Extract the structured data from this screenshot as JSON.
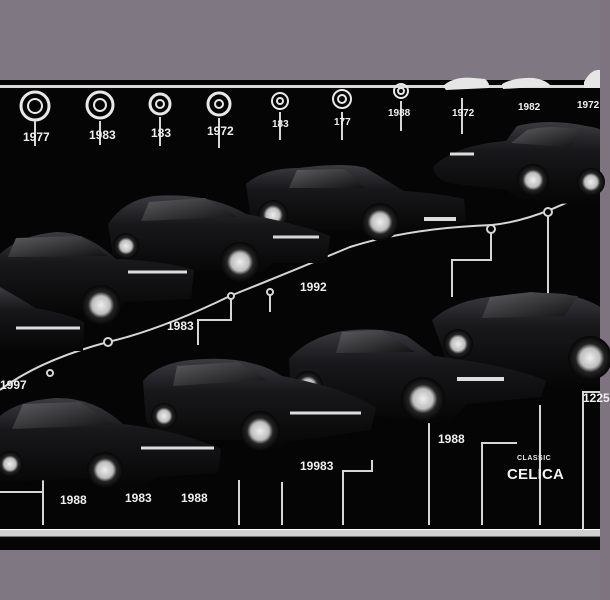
{
  "labels": {
    "top": [
      "1977",
      "1983",
      "183",
      "1972",
      "183",
      "177",
      "1988",
      "1972",
      "1982",
      "1972"
    ],
    "top_sub": [
      "",
      "",
      "",
      "",
      "",
      "",
      "",
      "",
      "",
      ""
    ],
    "middle": [
      "1992",
      "1983",
      "1997",
      "1988",
      "19983",
      "1988",
      "1983",
      "1988",
      "1225"
    ],
    "brand_small": "CLASSIC",
    "brand_main": "CELICA"
  },
  "colors": {
    "background": "#050505",
    "frame": "#7f7782",
    "rail": "#d7d7d7",
    "car": "#1b1b1e",
    "car_light": "#ededed",
    "line": "#d6d6d6"
  }
}
